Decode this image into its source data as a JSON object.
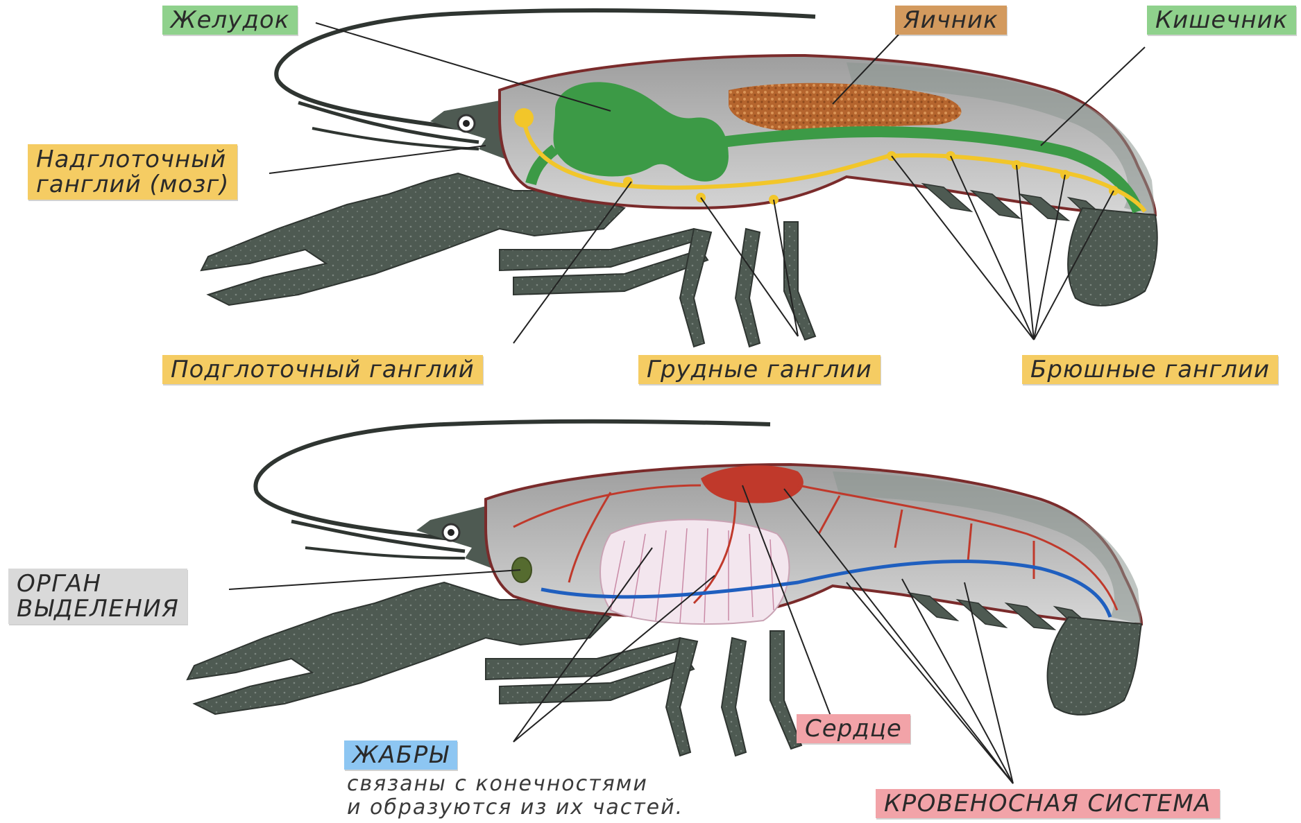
{
  "colors": {
    "shell": "#4e5a52",
    "body_fill": "#bdbdbd",
    "outline": "#7a2b2b",
    "stomach": "#3c9a46",
    "ovary": "#b5652e",
    "nerve": "#f2c62a",
    "artery": "#c0392b",
    "vein": "#1f5fbf",
    "gills": "#f3e6ee"
  },
  "top_figure": {
    "labels": {
      "stomach": "Желудок",
      "ovary": "Яичник",
      "intestine": "Кишечник",
      "brain": "Надглоточный\nганглий (мозг)",
      "subpharyngeal": "Подглоточный ганглий",
      "thoracic": "Грудные ганглии",
      "abdominal": "Брюшные ганглии"
    }
  },
  "bottom_figure": {
    "labels": {
      "excretory": "ОРГАН\nВЫДЕЛЕНИЯ",
      "gills": "ЖАБРЫ",
      "gills_note": "связаны с конечностями\nи образуются из их частей.",
      "heart": "Сердце",
      "circulatory": "КРОВЕНОСНАЯ СИСТЕМА"
    }
  }
}
